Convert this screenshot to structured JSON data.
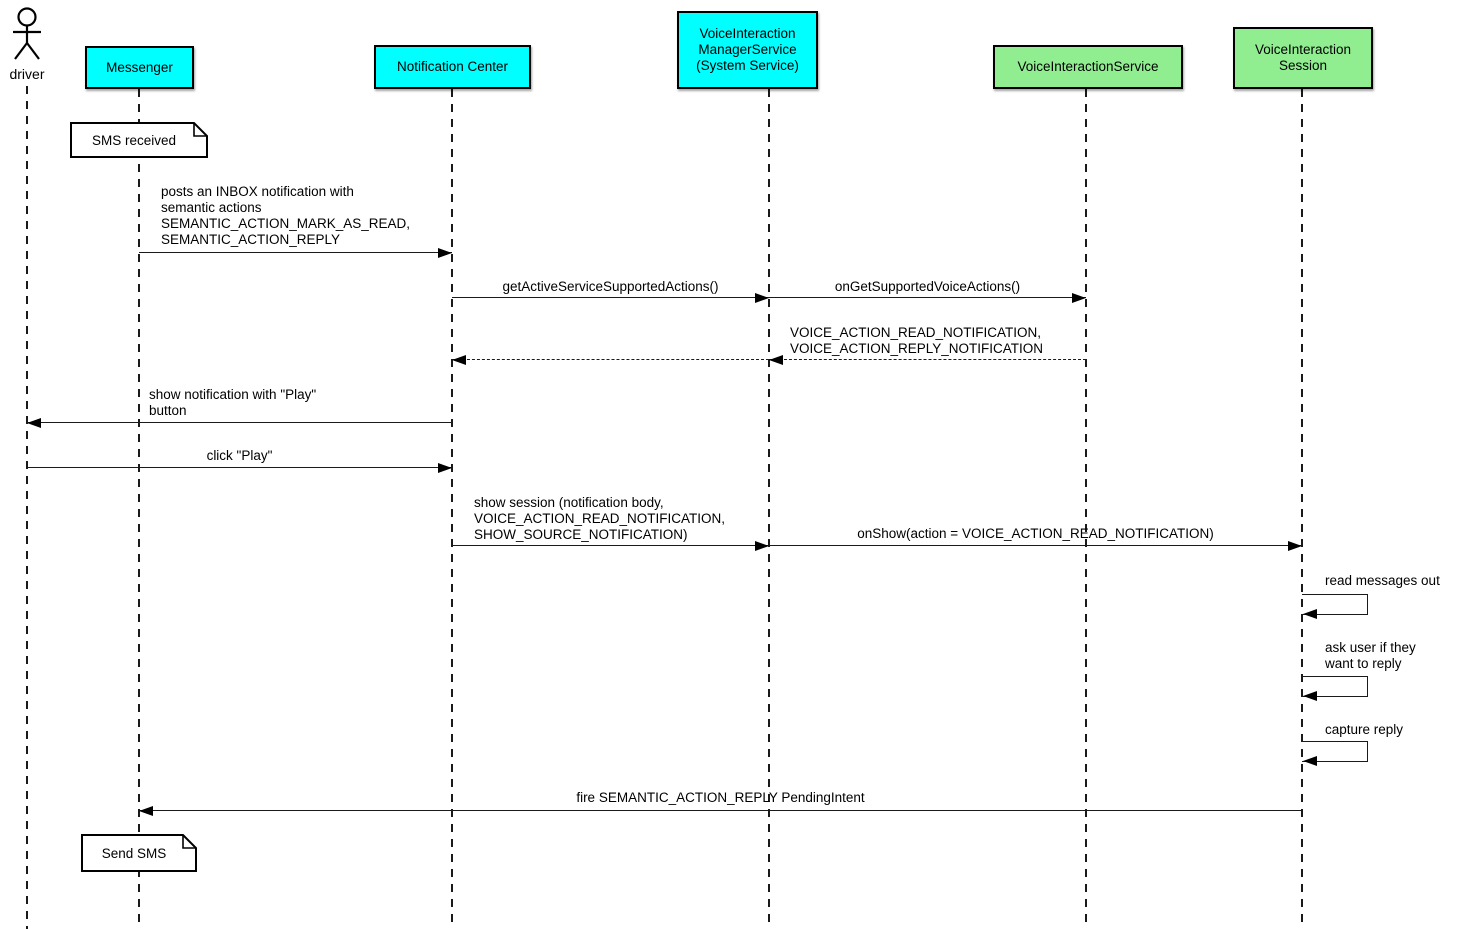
{
  "diagram": {
    "kind": "uml-sequence-diagram",
    "colors": {
      "participant_cyan": "#00FFFF",
      "participant_green": "#90EE90",
      "line": "#000000",
      "note_bg": "#FFFFFF"
    },
    "actor": {
      "label": "driver"
    },
    "participants": [
      {
        "id": "messenger",
        "label": "Messenger",
        "color": "#00FFFF"
      },
      {
        "id": "notification-center",
        "label": "Notification Center",
        "color": "#00FFFF"
      },
      {
        "id": "voice-interaction-manager-service",
        "label": "VoiceInteraction\nManagerService\n(System Service)",
        "color": "#00FFFF"
      },
      {
        "id": "voice-interaction-service",
        "label": "VoiceInteractionService",
        "color": "#90EE90"
      },
      {
        "id": "voice-interaction-session",
        "label": "VoiceInteraction\nSession",
        "color": "#90EE90"
      }
    ],
    "notes": [
      {
        "at": "Messenger",
        "text": "SMS received"
      },
      {
        "at": "Messenger",
        "text": "Send SMS"
      }
    ],
    "messages": [
      {
        "from": "Messenger",
        "to": "Notification Center",
        "style": "solid",
        "label": "posts an INBOX notification with\nsemantic actions\nSEMANTIC_ACTION_MARK_AS_READ,\nSEMANTIC_ACTION_REPLY"
      },
      {
        "from": "Notification Center",
        "to": "VoiceInteractionManagerService",
        "style": "solid",
        "label": "getActiveServiceSupportedActions()"
      },
      {
        "from": "VoiceInteractionManagerService",
        "to": "VoiceInteractionService",
        "style": "solid",
        "label": "onGetSupportedVoiceActions()"
      },
      {
        "from": "VoiceInteractionService",
        "to": "VoiceInteractionManagerService",
        "style": "dashed",
        "label": "VOICE_ACTION_READ_NOTIFICATION,\nVOICE_ACTION_REPLY_NOTIFICATION"
      },
      {
        "from": "VoiceInteractionManagerService",
        "to": "Notification Center",
        "style": "dashed",
        "label": ""
      },
      {
        "from": "Notification Center",
        "to": "driver",
        "style": "solid",
        "label": "show notification with \"Play\"\nbutton"
      },
      {
        "from": "driver",
        "to": "Notification Center",
        "style": "solid",
        "label": "click \"Play\""
      },
      {
        "from": "Notification Center",
        "to": "VoiceInteractionManagerService",
        "style": "solid",
        "label": "show session (notification body,\nVOICE_ACTION_READ_NOTIFICATION,\nSHOW_SOURCE_NOTIFICATION)"
      },
      {
        "from": "VoiceInteractionManagerService",
        "to": "VoiceInteractionSession",
        "style": "solid",
        "label": "onShow(action = VOICE_ACTION_READ_NOTIFICATION)"
      },
      {
        "from": "VoiceInteractionSession",
        "to": "VoiceInteractionSession",
        "style": "self",
        "label": "read messages out"
      },
      {
        "from": "VoiceInteractionSession",
        "to": "VoiceInteractionSession",
        "style": "self",
        "label": "ask user if they\nwant to reply"
      },
      {
        "from": "VoiceInteractionSession",
        "to": "VoiceInteractionSession",
        "style": "self",
        "label": "capture reply"
      },
      {
        "from": "VoiceInteractionSession",
        "to": "Messenger",
        "style": "solid",
        "label": "fire SEMANTIC_ACTION_REPLY PendingIntent"
      }
    ]
  }
}
